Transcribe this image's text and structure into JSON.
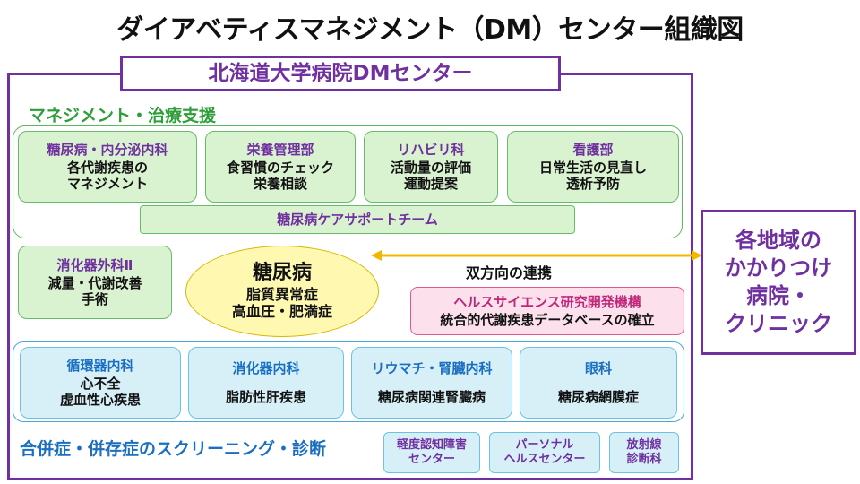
{
  "title": "ダイアベティスマネジメント（DM）センター組織図",
  "center": "北海道大学病院DMセンター",
  "management": {
    "label": "マネジメント・治療支援",
    "boxes": [
      {
        "head": "糖尿病・内分泌内科",
        "lines": [
          "各代謝疾患の",
          "マネジメント"
        ]
      },
      {
        "head": "栄養管理部",
        "lines": [
          "食習慣のチェック",
          "栄養相談"
        ]
      },
      {
        "head": "リハビリ科",
        "lines": [
          "活動量の評価",
          "運動提案"
        ]
      },
      {
        "head": "看護部",
        "lines": [
          "日常生活の見直し",
          "透析予防"
        ]
      }
    ],
    "team": "糖尿病ケアサポートチーム"
  },
  "surgery": {
    "head": "消化器外科Ⅱ",
    "lines": [
      "減量・代謝改善",
      "手術"
    ]
  },
  "core": {
    "title": "糖尿病",
    "lines": [
      "脂質異常症",
      "高血圧・肥満症"
    ]
  },
  "bidirectional_label": "双方向の連携",
  "research": {
    "head": "ヘルスサイエンス研究開発機構",
    "line": "統合的代謝疾患データベースの確立"
  },
  "regional": {
    "lines": [
      "各地域の",
      "かかりつけ",
      "病院・",
      "クリニック"
    ]
  },
  "screening": {
    "label": "合併症・併存症のスクリーニング・診断",
    "boxes": [
      {
        "head": "循環器内科",
        "lines": [
          "心不全",
          "虚血性心疾患"
        ]
      },
      {
        "head": "消化器内科",
        "lines": [
          "脂肪性肝疾患"
        ]
      },
      {
        "head": "リウマチ・腎臓内科",
        "lines": [
          "糖尿病関連腎臓病"
        ]
      },
      {
        "head": "眼科",
        "lines": [
          "糖尿病網膜症"
        ]
      }
    ],
    "small": [
      {
        "l1": "軽度認知障害",
        "l2": "センター"
      },
      {
        "l1": "パーソナル",
        "l2": "ヘルスセンター"
      },
      {
        "l1": "放射線",
        "l2": "診断科"
      }
    ]
  },
  "colors": {
    "purple": "#7030a0",
    "green": "#2e9e3a",
    "blue": "#1b6fc1",
    "arrow": "#f0b800"
  }
}
